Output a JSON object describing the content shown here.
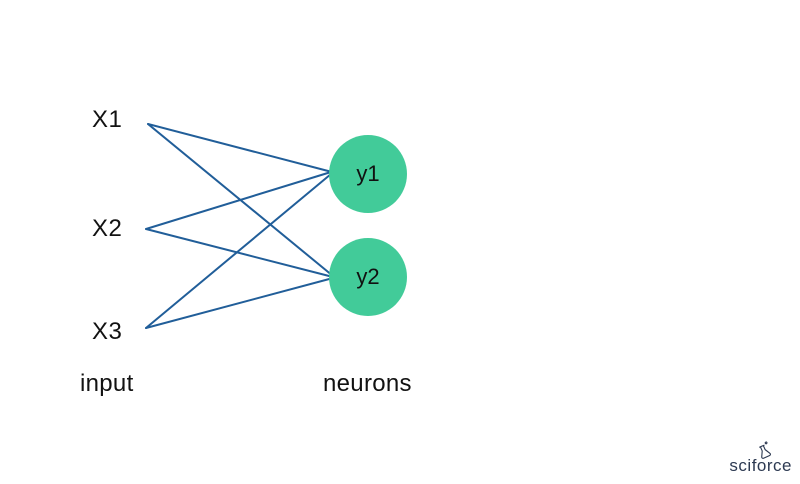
{
  "diagram": {
    "inputs": [
      {
        "label": "X1"
      },
      {
        "label": "X2"
      },
      {
        "label": "X3"
      }
    ],
    "neurons": [
      {
        "label": "y1"
      },
      {
        "label": "y2"
      }
    ],
    "edges": [
      {
        "from": "X1",
        "to": "y1"
      },
      {
        "from": "X1",
        "to": "y2"
      },
      {
        "from": "X2",
        "to": "y1"
      },
      {
        "from": "X2",
        "to": "y2"
      },
      {
        "from": "X3",
        "to": "y1"
      },
      {
        "from": "X3",
        "to": "y2"
      }
    ],
    "captions": {
      "inputs": "input",
      "neurons": "neurons"
    },
    "colors": {
      "neuron_fill": "#42cb99",
      "edge": "#215e99",
      "text": "#121212",
      "logo": "#2d3a52"
    }
  },
  "footer": {
    "logo_text": "sciforce"
  }
}
